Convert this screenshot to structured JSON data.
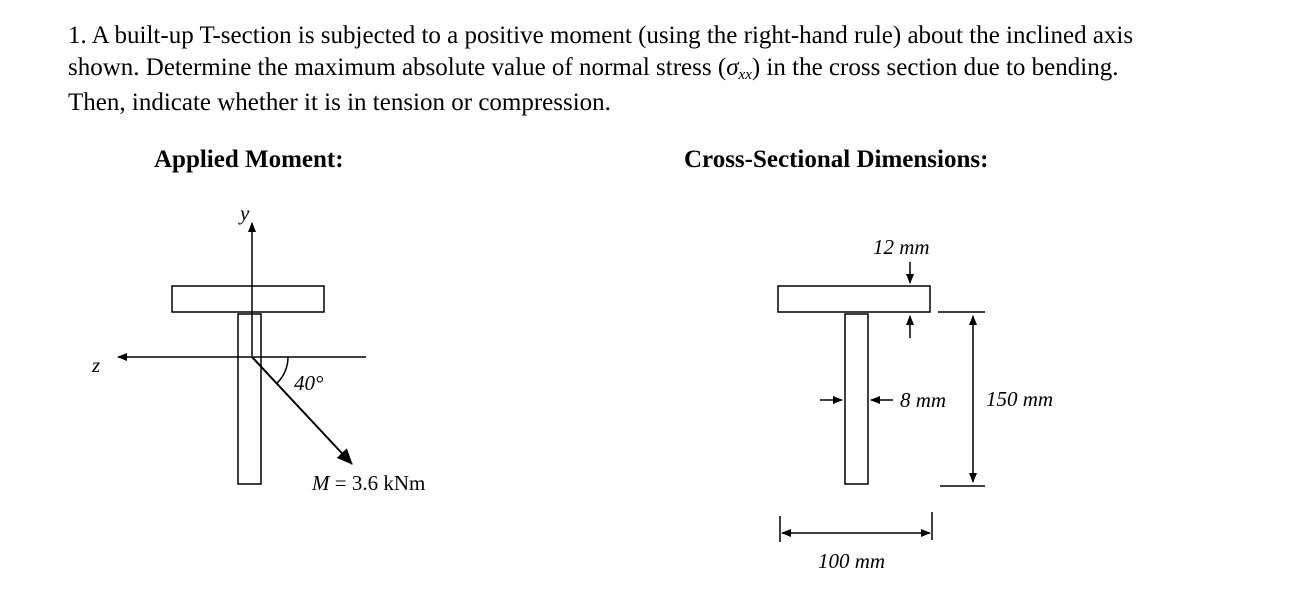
{
  "problem": {
    "line1": "1. A built-up T-section is subjected to a positive moment (using the right-hand rule) about the inclined axis",
    "line2_before": "shown.  Determine the maximum absolute value of normal stress (",
    "sigma": "σ",
    "sigma_sub": "xx",
    "line2_after": ") in the cross section due to bending.",
    "line3": "Then, indicate whether it is in tension or compression."
  },
  "applied_moment": {
    "heading": "Applied Moment:",
    "y_axis_label": "y",
    "z_axis_label": "z",
    "angle_label": "40°",
    "moment_label_var": "M",
    "moment_label_value": " = 3.6 kNm"
  },
  "cross_section": {
    "heading": "Cross-Sectional Dimensions:",
    "flange_thickness": "12 mm",
    "web_thickness": "8 mm",
    "height": "150 mm",
    "width": "100 mm"
  }
}
